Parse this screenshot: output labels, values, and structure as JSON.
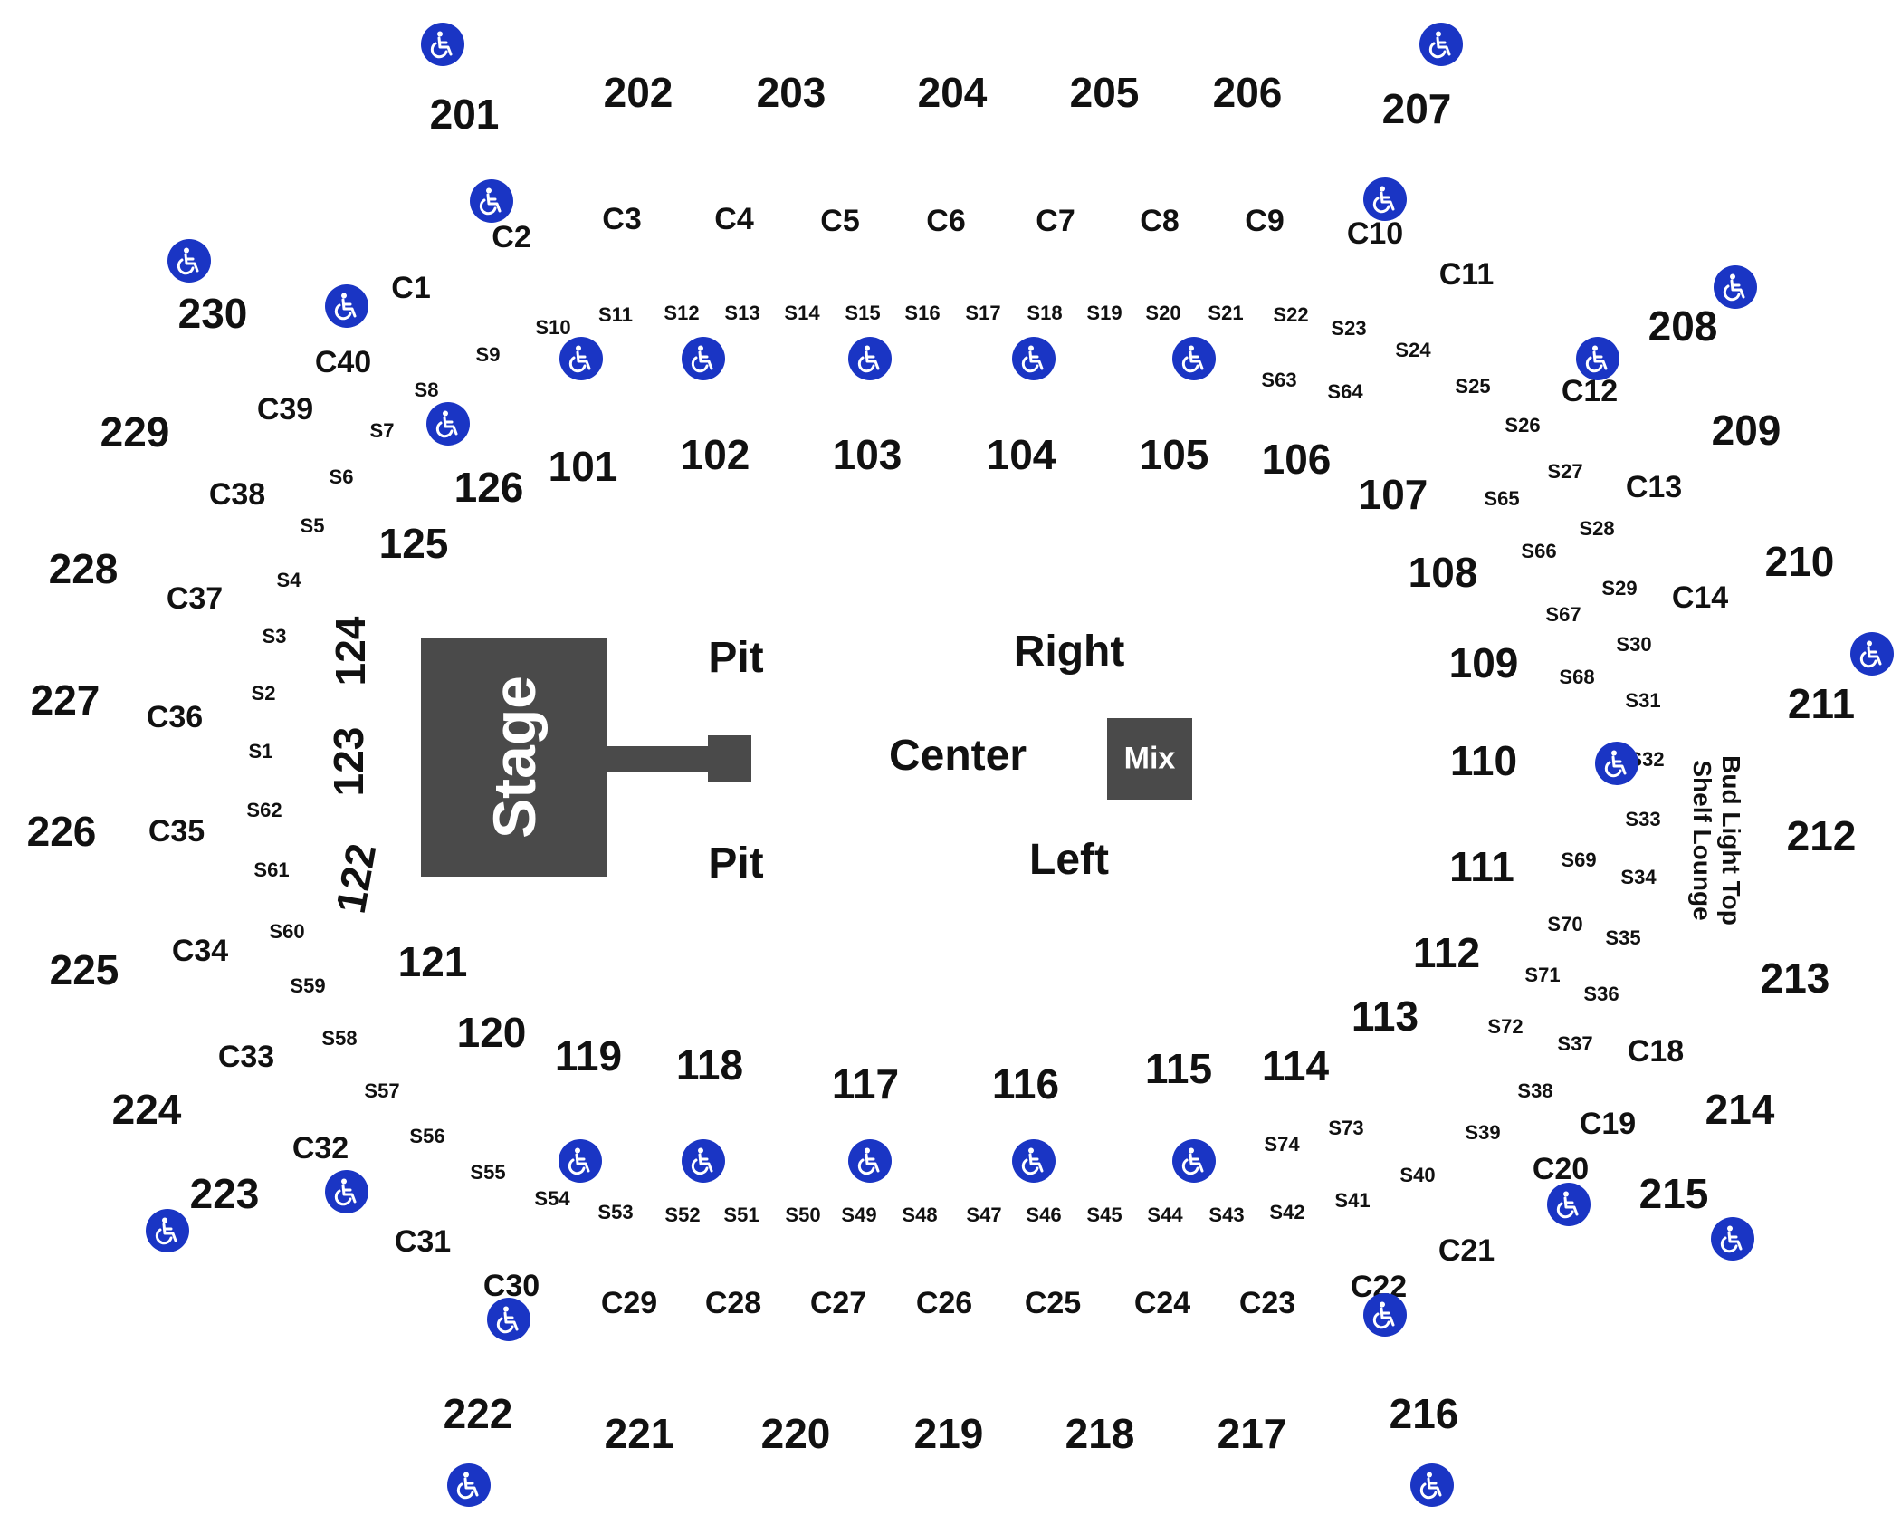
{
  "floor": {
    "stage": "Stage",
    "mix": "Mix",
    "pit_top": "Pit",
    "pit_bottom": "Pit",
    "right": "Right",
    "center": "Center",
    "left": "Left"
  },
  "lounge": {
    "line1": "Bud Light Top",
    "line2": "Shelf Lounge"
  },
  "lower_sections": [
    "101",
    "102",
    "103",
    "104",
    "105",
    "106",
    "107",
    "108",
    "109",
    "110",
    "111",
    "112",
    "113",
    "114",
    "115",
    "116",
    "117",
    "118",
    "119",
    "120",
    "121",
    "122",
    "123",
    "124",
    "125",
    "126"
  ],
  "upper_sections": [
    "201",
    "202",
    "203",
    "204",
    "205",
    "206",
    "207",
    "208",
    "209",
    "210",
    "211",
    "212",
    "213",
    "214",
    "215",
    "216",
    "217",
    "218",
    "219",
    "220",
    "221",
    "222",
    "223",
    "224",
    "225",
    "226",
    "227",
    "228",
    "229",
    "230"
  ],
  "club_sections": [
    "C1",
    "C2",
    "C3",
    "C4",
    "C5",
    "C6",
    "C7",
    "C8",
    "C9",
    "C10",
    "C11",
    "C12",
    "C13",
    "C14",
    "C18",
    "C19",
    "C20",
    "C21",
    "C22",
    "C23",
    "C24",
    "C25",
    "C26",
    "C27",
    "C28",
    "C29",
    "C30",
    "C31",
    "C32",
    "C33",
    "C34",
    "C35",
    "C36",
    "C37",
    "C38",
    "C39",
    "C40"
  ],
  "suites": [
    "S1",
    "S2",
    "S3",
    "S4",
    "S5",
    "S6",
    "S7",
    "S8",
    "S9",
    "S10",
    "S11",
    "S12",
    "S13",
    "S14",
    "S15",
    "S16",
    "S17",
    "S18",
    "S19",
    "S20",
    "S21",
    "S22",
    "S23",
    "S24",
    "S25",
    "S26",
    "S27",
    "S28",
    "S29",
    "S30",
    "S31",
    "S32",
    "S33",
    "S34",
    "S35",
    "S36",
    "S37",
    "S38",
    "S39",
    "S40",
    "S41",
    "S42",
    "S43",
    "S44",
    "S45",
    "S46",
    "S47",
    "S48",
    "S49",
    "S50",
    "S51",
    "S52",
    "S53",
    "S54",
    "S55",
    "S56",
    "S57",
    "S58",
    "S59",
    "S60",
    "S61",
    "S62",
    "S63",
    "S64",
    "S65",
    "S66",
    "S67",
    "S68",
    "S69",
    "S70",
    "S71",
    "S72",
    "S73",
    "S74"
  ],
  "accessible_icon": "wheelchair-icon",
  "colors": {
    "accessible": "#1a35c4",
    "stage": "#4a4a4a",
    "text": "#111111"
  }
}
